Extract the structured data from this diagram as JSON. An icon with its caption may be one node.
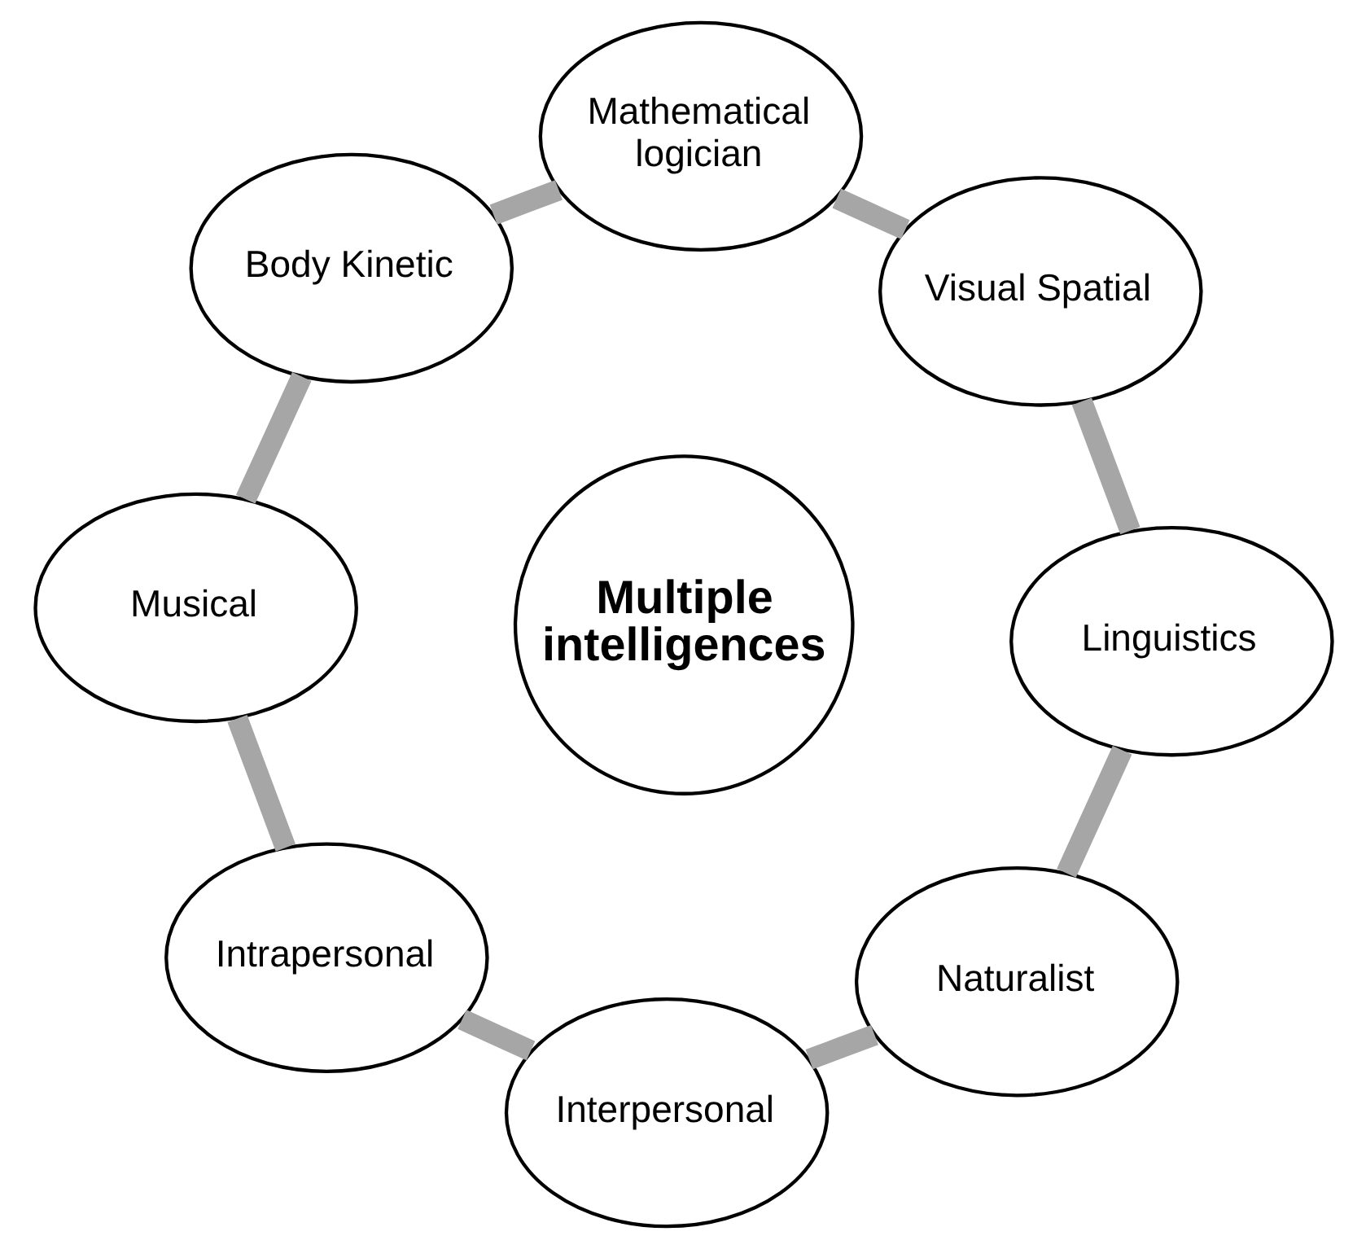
{
  "diagram": {
    "nodes": [
      {
        "text": [
          "Multiple intelligences"
        ]
      },
      {
        "text": [
          "Linguistics"
        ]
      },
      {
        "text": [
          "Visual Spatial"
        ]
      },
      {
        "text": [
          "Mathematical logician"
        ]
      },
      {
        "text": [
          "Body Kinetic"
        ]
      },
      {
        "text": [
          "Musical"
        ]
      },
      {
        "text": [
          "Intrapersonal"
        ]
      },
      {
        "text": [
          "Interpersonal"
        ]
      },
      {
        "text": [
          "Naturalist"
        ]
      }
    ],
    "edges": [
      {
        "from": 1,
        "to": 2,
        "arrow": "none"
      },
      {
        "from": 2,
        "to": 3,
        "arrow": "none"
      },
      {
        "from": 3,
        "to": 4,
        "arrow": "none"
      },
      {
        "from": 4,
        "to": 5,
        "arrow": "none"
      },
      {
        "from": 5,
        "to": 6,
        "arrow": "none"
      },
      {
        "from": 6,
        "to": 7,
        "arrow": "none"
      },
      {
        "from": 7,
        "to": 8,
        "arrow": "none"
      },
      {
        "from": 8,
        "to": 1,
        "arrow": "none"
      }
    ]
  }
}
